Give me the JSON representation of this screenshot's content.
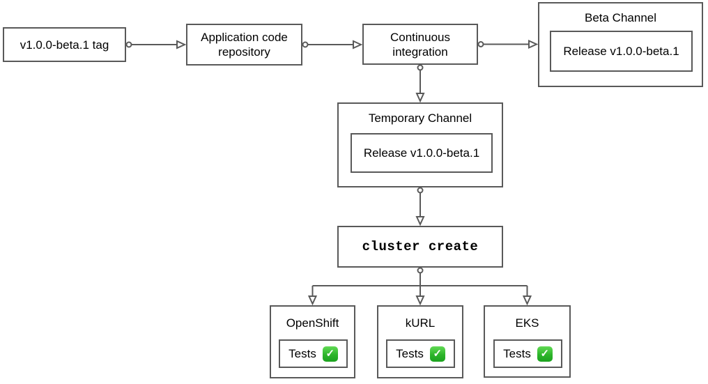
{
  "diagram": {
    "background_color": "#ffffff",
    "stroke_color": "#595959",
    "text_color": "#000000",
    "check_green_color": "#2db42a",
    "icons": {
      "check_mark": "✓"
    },
    "nodes": {
      "tag": {
        "label": "v1.0.0-beta.1 tag"
      },
      "repo": {
        "label": "Application code repository"
      },
      "ci": {
        "label": "Continuous integration"
      },
      "beta_channel": {
        "title": "Beta Channel",
        "release_label": "Release v1.0.0-beta.1"
      },
      "temporary_channel": {
        "title": "Temporary Channel",
        "release_label": "Release v1.0.0-beta.1"
      },
      "cluster_create": {
        "label": "cluster create"
      },
      "openshift": {
        "title": "OpenShift",
        "tests_label": "Tests"
      },
      "kurl": {
        "title": "kURL",
        "tests_label": "Tests"
      },
      "eks": {
        "title": "EKS",
        "tests_label": "Tests"
      }
    }
  }
}
